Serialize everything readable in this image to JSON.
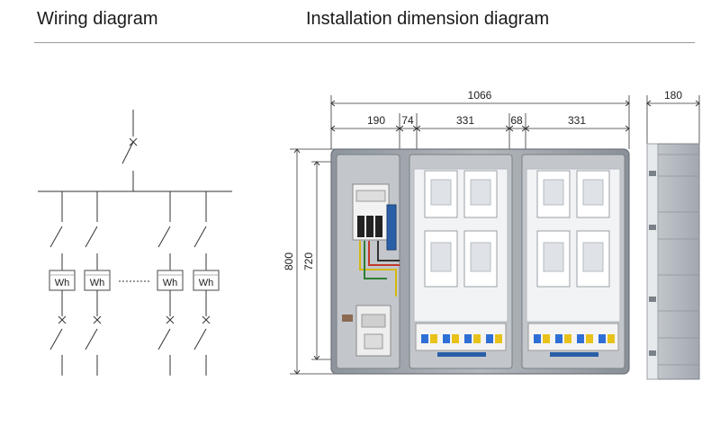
{
  "headings": {
    "wiring": "Wiring diagram",
    "installation": "Installation dimension diagram"
  },
  "wiring": {
    "meter_label": "Wh",
    "meter_count": 4
  },
  "dimensions": {
    "overall_width": "1066",
    "depth": "180",
    "seg1": "190",
    "seg2": "74",
    "seg3": "331",
    "seg4": "68",
    "seg5": "331",
    "overall_height": "800",
    "inner_height": "720"
  },
  "colors": {
    "line": "#333333",
    "enclosure": "#9ea4aa",
    "panel": "#eef0f2",
    "breaker_blue": "#2e6fd6",
    "breaker_yellow": "#e8c21a"
  }
}
